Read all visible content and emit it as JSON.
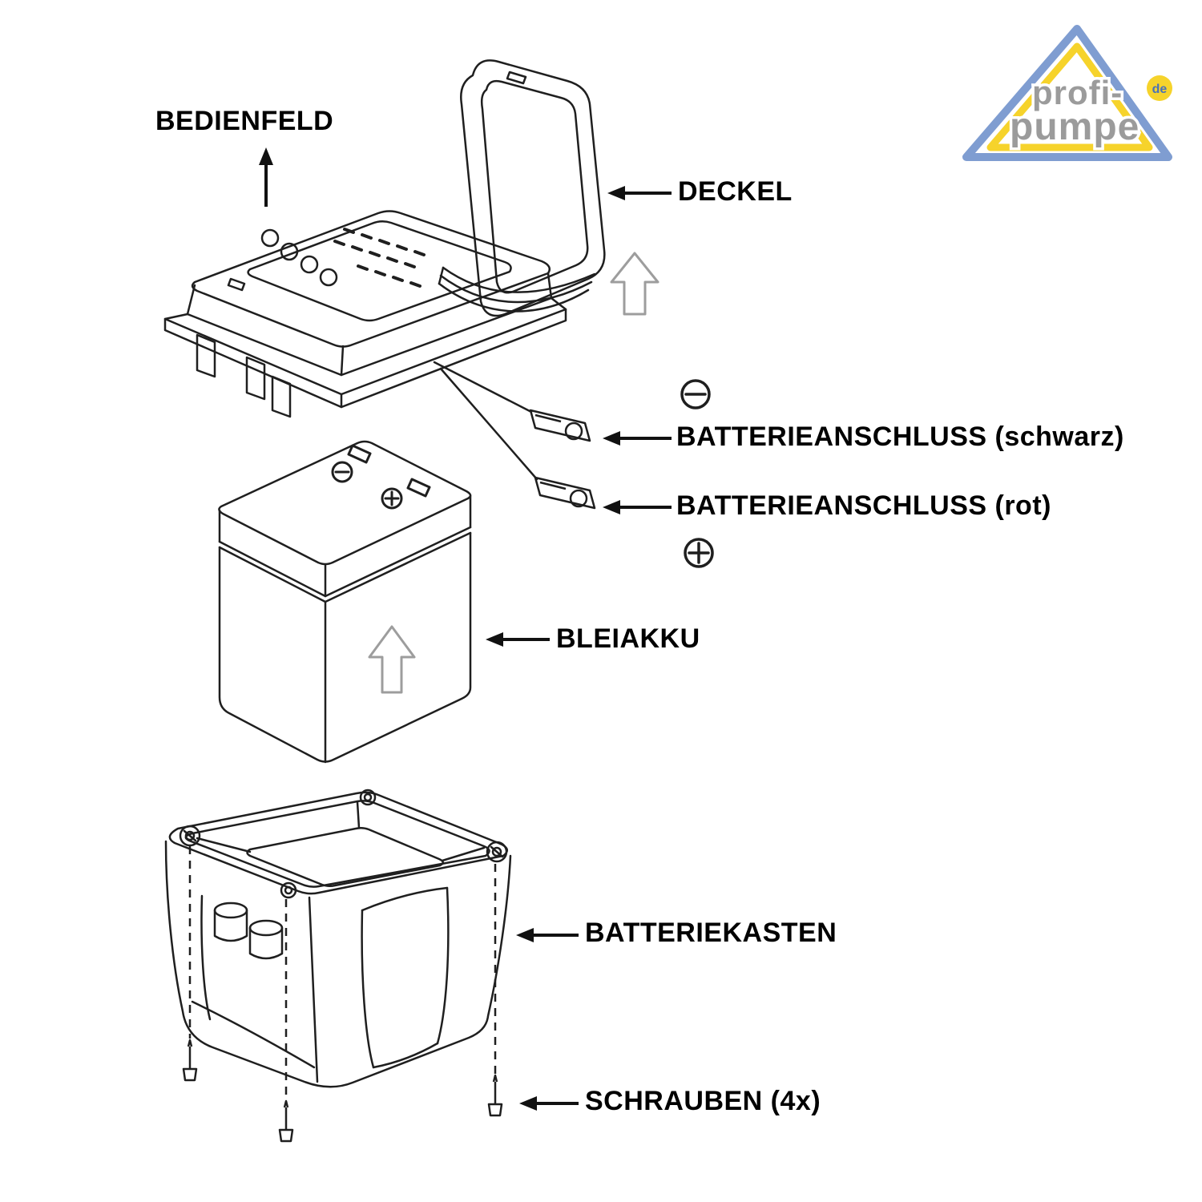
{
  "page": {
    "background": "#ffffff"
  },
  "diagram": {
    "labels": {
      "bedienfeld": "BEDIENFELD",
      "deckel": "DECKEL",
      "batterieanschluss_schwarz": "BATTERIEANSCHLUSS (schwarz)",
      "batterieanschluss_rot": "BATTERIEANSCHLUSS (rot)",
      "bleiakku": "BLEIAKKU",
      "batteriekasten": "BATTERIEKASTEN",
      "schrauben": "SCHRAUBEN (4x)"
    },
    "symbols": {
      "minus": "−",
      "plus": "+"
    },
    "colors": {
      "line": "#1f1f1f",
      "ghost_arrow": "#9d9d9d",
      "label_text": "#000000"
    }
  },
  "logo": {
    "line1": "profi-",
    "line2": "pumpe",
    "tld": "de",
    "colors": {
      "triangle_blue": "#7f9dd1",
      "triangle_yellow": "#f6d32b",
      "text_gray": "#9b9b9b",
      "tld_text": "#4a72b8"
    }
  }
}
